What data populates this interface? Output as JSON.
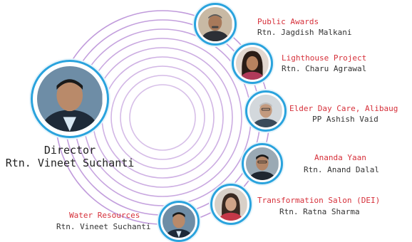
{
  "director": {
    "role": "Director",
    "name": "Rtn. Vineet Suchanti",
    "icon": "portrait-icon"
  },
  "members": [
    {
      "role": "Public Awards",
      "name": "Rtn. Jagdish Malkani"
    },
    {
      "role": "Lighthouse Project",
      "name": "Rtn. Charu Agrawal"
    },
    {
      "role": "Elder Day Care, Alibaug",
      "name": "PP Ashish Vaid"
    },
    {
      "role": "Ananda Yaan",
      "name": "Rtn. Anand Dalal"
    },
    {
      "role": "Transformation Salon (DEI)",
      "name": "Rtn. Ratna Sharma"
    },
    {
      "role": "Water Resources",
      "name": "Rtn. Vineet Suchanti"
    }
  ],
  "colors": {
    "rings": "#b78bd6",
    "accent_ring": "#2aa3dd",
    "role_text": "#d6303a",
    "name_text": "#333333"
  }
}
